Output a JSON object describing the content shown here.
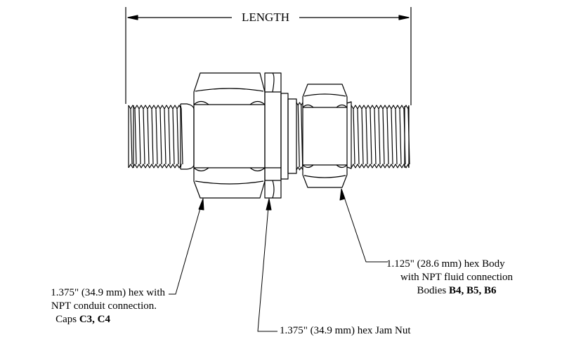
{
  "dimension": {
    "label": "LENGTH"
  },
  "callouts": {
    "body": {
      "line1": "1.125\" (28.6 mm) hex Body",
      "line2": "with NPT fluid connection",
      "line3_prefix": "Bodies ",
      "line3_bold": "B4, B5, B6"
    },
    "cap": {
      "line1": "1.375\" (34.9 mm) hex with",
      "line2": "NPT conduit connection.",
      "line3_prefix": "Caps ",
      "line3_bold": "C3, C4"
    },
    "jam_nut": {
      "line1": "1.375\" (34.9 mm) hex Jam Nut"
    }
  },
  "colors": {
    "ink": "#000000",
    "paper": "#ffffff"
  }
}
